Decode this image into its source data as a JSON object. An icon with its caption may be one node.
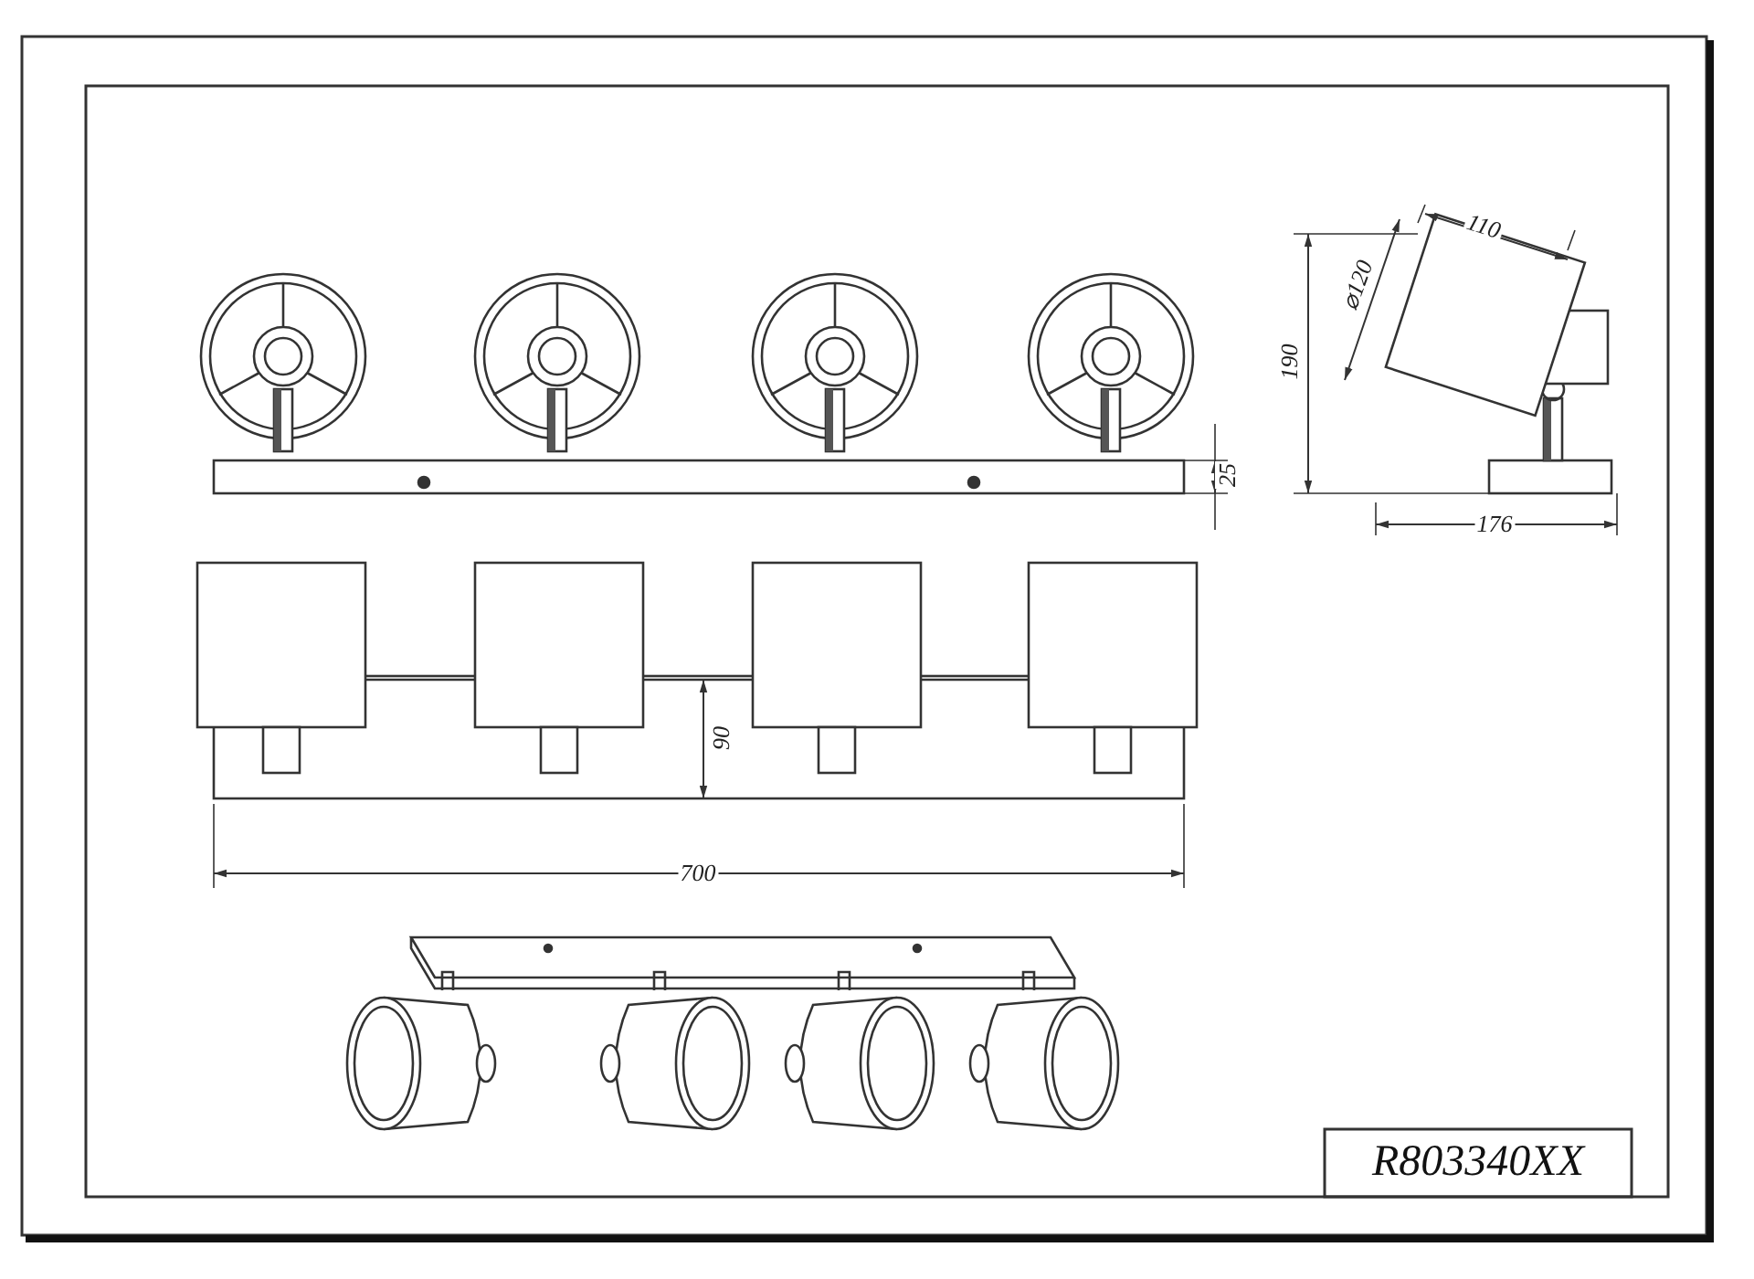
{
  "diagram": {
    "labels": [
      "110",
      "⌀120",
      "190",
      "25",
      "176",
      "90",
      "700",
      "R803340XX"
    ]
  }
}
